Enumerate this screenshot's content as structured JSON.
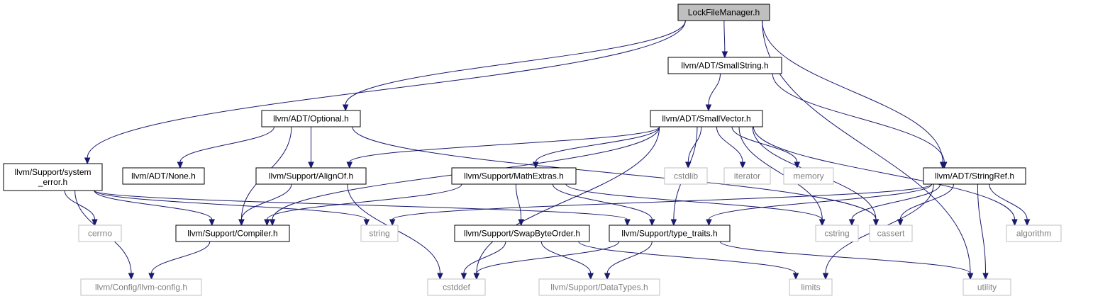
{
  "colors": {
    "edge": "#191970",
    "root_fill": "#bfbfbf",
    "node_border": "#000000",
    "system_border": "#bfbfbf",
    "system_text": "#808080",
    "text": "#000000"
  },
  "nodes": {
    "lockfilemanager": {
      "label": [
        "LockFileManager.h"
      ],
      "kind": "root"
    },
    "smallstring": {
      "label": [
        "llvm/ADT/SmallString.h"
      ],
      "kind": "local"
    },
    "optional": {
      "label": [
        "llvm/ADT/Optional.h"
      ],
      "kind": "local"
    },
    "smallvector": {
      "label": [
        "llvm/ADT/SmallVector.h"
      ],
      "kind": "local"
    },
    "system_error": {
      "label": [
        "llvm/Support/system",
        "_error.h"
      ],
      "kind": "local"
    },
    "none": {
      "label": [
        "llvm/ADT/None.h"
      ],
      "kind": "local"
    },
    "alignof": {
      "label": [
        "llvm/Support/AlignOf.h"
      ],
      "kind": "local"
    },
    "mathextras": {
      "label": [
        "llvm/Support/MathExtras.h"
      ],
      "kind": "local"
    },
    "cstdlib": {
      "label": [
        "cstdlib"
      ],
      "kind": "system"
    },
    "iterator": {
      "label": [
        "iterator"
      ],
      "kind": "system"
    },
    "memory": {
      "label": [
        "memory"
      ],
      "kind": "system"
    },
    "stringref": {
      "label": [
        "llvm/ADT/StringRef.h"
      ],
      "kind": "local"
    },
    "cerrno": {
      "label": [
        "cerrno"
      ],
      "kind": "system"
    },
    "compiler": {
      "label": [
        "llvm/Support/Compiler.h"
      ],
      "kind": "local"
    },
    "string": {
      "label": [
        "string"
      ],
      "kind": "system"
    },
    "swapbyteorder": {
      "label": [
        "llvm/Support/SwapByteOrder.h"
      ],
      "kind": "local"
    },
    "type_traits": {
      "label": [
        "llvm/Support/type_traits.h"
      ],
      "kind": "local"
    },
    "cstring": {
      "label": [
        "cstring"
      ],
      "kind": "system"
    },
    "cassert": {
      "label": [
        "cassert"
      ],
      "kind": "system"
    },
    "algorithm": {
      "label": [
        "algorithm"
      ],
      "kind": "system"
    },
    "llvm_config": {
      "label": [
        "llvm/Config/llvm-config.h"
      ],
      "kind": "system"
    },
    "cstddef": {
      "label": [
        "cstddef"
      ],
      "kind": "system"
    },
    "datatypes": {
      "label": [
        "llvm/Support/DataTypes.h"
      ],
      "kind": "system"
    },
    "limits": {
      "label": [
        "limits"
      ],
      "kind": "system"
    },
    "utility": {
      "label": [
        "utility"
      ],
      "kind": "system"
    }
  },
  "edges": [
    [
      "lockfilemanager",
      "smallstring"
    ],
    [
      "lockfilemanager",
      "optional"
    ],
    [
      "lockfilemanager",
      "system_error"
    ],
    [
      "lockfilemanager",
      "stringref"
    ],
    [
      "lockfilemanager",
      "utility"
    ],
    [
      "smallstring",
      "smallvector"
    ],
    [
      "smallstring",
      "stringref"
    ],
    [
      "optional",
      "none"
    ],
    [
      "optional",
      "alignof"
    ],
    [
      "optional",
      "compiler"
    ],
    [
      "optional",
      "cassert"
    ],
    [
      "smallvector",
      "alignof"
    ],
    [
      "smallvector",
      "compiler"
    ],
    [
      "smallvector",
      "mathextras"
    ],
    [
      "smallvector",
      "type_traits"
    ],
    [
      "smallvector",
      "cstddef"
    ],
    [
      "smallvector",
      "cstdlib"
    ],
    [
      "smallvector",
      "iterator"
    ],
    [
      "smallvector",
      "memory"
    ],
    [
      "smallvector",
      "cstring"
    ],
    [
      "smallvector",
      "cassert"
    ],
    [
      "smallvector",
      "algorithm"
    ],
    [
      "system_error",
      "cerrno"
    ],
    [
      "system_error",
      "compiler"
    ],
    [
      "system_error",
      "string"
    ],
    [
      "system_error",
      "type_traits"
    ],
    [
      "system_error",
      "llvm_config"
    ],
    [
      "alignof",
      "compiler"
    ],
    [
      "alignof",
      "cstddef"
    ],
    [
      "mathextras",
      "compiler"
    ],
    [
      "mathextras",
      "swapbyteorder"
    ],
    [
      "mathextras",
      "type_traits"
    ],
    [
      "mathextras",
      "cstring"
    ],
    [
      "stringref",
      "type_traits"
    ],
    [
      "stringref",
      "string"
    ],
    [
      "stringref",
      "cstring"
    ],
    [
      "stringref",
      "cassert"
    ],
    [
      "stringref",
      "algorithm"
    ],
    [
      "stringref",
      "limits"
    ],
    [
      "stringref",
      "utility"
    ],
    [
      "compiler",
      "llvm_config"
    ],
    [
      "swapbyteorder",
      "cstddef"
    ],
    [
      "swapbyteorder",
      "datatypes"
    ],
    [
      "swapbyteorder",
      "limits"
    ],
    [
      "type_traits",
      "cstddef"
    ],
    [
      "type_traits",
      "datatypes"
    ],
    [
      "type_traits",
      "utility"
    ]
  ]
}
